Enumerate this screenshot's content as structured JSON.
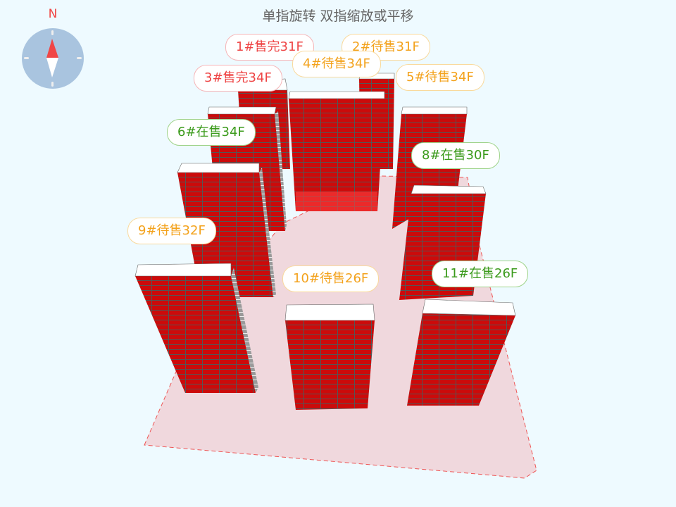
{
  "hint": "单指旋转 双指缩放或平移",
  "compass": {
    "north_label": "N"
  },
  "colors": {
    "sold": "#ee4444",
    "pending": "#f3a21c",
    "selling": "#3a9a1a",
    "building": "#cc0a0a",
    "ground": "#f0d8dd"
  },
  "buildings": [
    {
      "label": "1#售完31F",
      "status": "red"
    },
    {
      "label": "2#待售31F",
      "status": "orange"
    },
    {
      "label": "4#待售34F",
      "status": "orange"
    },
    {
      "label": "3#售完34F",
      "status": "red"
    },
    {
      "label": "5#待售34F",
      "status": "orange"
    },
    {
      "label": "6#在售34F",
      "status": "green"
    },
    {
      "label": "8#在售30F",
      "status": "green"
    },
    {
      "label": "9#待售32F",
      "status": "orange"
    },
    {
      "label": "10#待售26F",
      "status": "orange"
    },
    {
      "label": "11#在售26F",
      "status": "green"
    }
  ]
}
